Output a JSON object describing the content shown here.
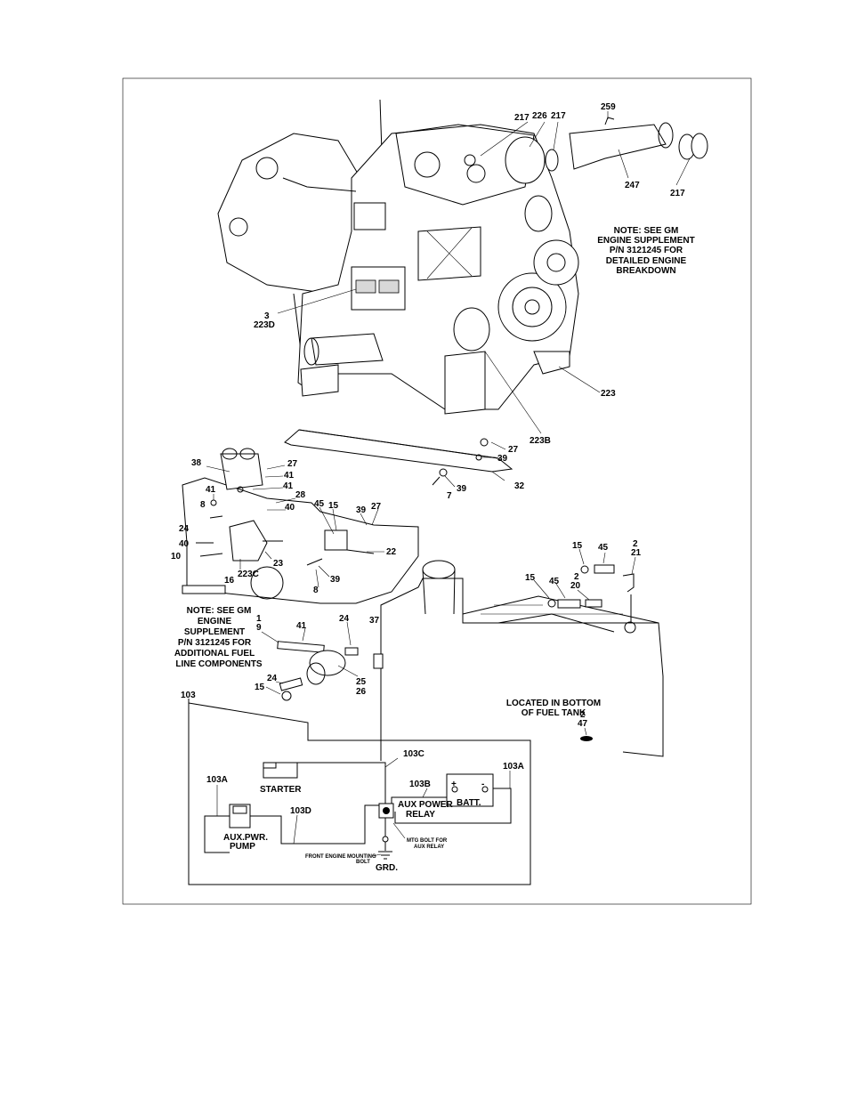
{
  "engine": {
    "callouts": [
      "217",
      "226",
      "217",
      "259",
      "247",
      "217",
      "3",
      "223D",
      "223",
      "223B"
    ],
    "note": [
      "NOTE: SEE GM",
      "ENGINE SUPPLEMENT",
      "P/N 3121245 FOR",
      "DETAILED ENGINE",
      "BREAKDOWN"
    ]
  },
  "bracket": {
    "callouts": [
      "27",
      "39",
      "7",
      "39",
      "32"
    ]
  },
  "fuel_components": {
    "callouts": [
      "38",
      "27",
      "41",
      "41",
      "41",
      "28",
      "8",
      "40",
      "45",
      "15",
      "39",
      "27",
      "24",
      "40",
      "10",
      "22",
      "16",
      "223C",
      "23",
      "39",
      "8"
    ],
    "note": [
      "NOTE: SEE GM",
      "ENGINE",
      "SUPPLEMENT",
      "P/N 3121245 FOR",
      "ADDITIONAL FUEL",
      "LINE COMPONENTS"
    ]
  },
  "pump": {
    "callouts": [
      "1",
      "9",
      "41",
      "24",
      "37",
      "24",
      "15",
      "25",
      "26"
    ]
  },
  "tank": {
    "callouts": [
      "15",
      "45",
      "2",
      "21",
      "15",
      "45",
      "2",
      "20"
    ],
    "location_note": [
      "LOCATED IN BOTTOM",
      "OF FUEL TANK"
    ],
    "drain_callouts": [
      "2",
      "47"
    ]
  },
  "schematic": {
    "frame_label": "103",
    "wire_labels": [
      "103C",
      "103B",
      "103A",
      "103A",
      "103D"
    ],
    "starter": "STARTER",
    "relay": [
      "AUX POWER",
      "RELAY"
    ],
    "battery": "BATT.",
    "battery_pos": "+",
    "battery_neg": "-",
    "pump": [
      "AUX.PWR.",
      "PUMP"
    ],
    "mtg_bolt": [
      "MTG BOLT FOR",
      "AUX RELAY"
    ],
    "front_bolt": [
      "FRONT ENGINE MOUNTING",
      "BOLT"
    ],
    "ground": "GRD."
  }
}
